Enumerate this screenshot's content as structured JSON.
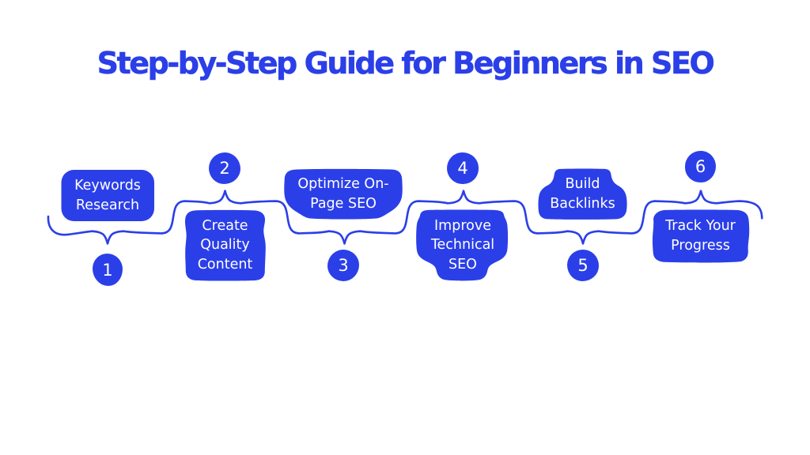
{
  "title": "Step-by-Step Guide for Beginners in SEO",
  "colors": {
    "background": "#ffffff",
    "accent": "#2b3fe8",
    "text_on_accent": "#ffffff"
  },
  "steps": [
    {
      "num": "1",
      "label": "Keywords Research",
      "lines": [
        "Keywords",
        "Research"
      ],
      "label_position": "above-line"
    },
    {
      "num": "2",
      "label": "Create Quality Content",
      "lines": [
        "Create",
        "Quality",
        "Content"
      ],
      "label_position": "below-line"
    },
    {
      "num": "3",
      "label": "Optimize On-Page SEO",
      "lines": [
        "Optimize On-",
        "Page SEO"
      ],
      "label_position": "above-line"
    },
    {
      "num": "4",
      "label": "Improve Technical SEO",
      "lines": [
        "Improve",
        "Technical",
        "SEO"
      ],
      "label_position": "below-line"
    },
    {
      "num": "5",
      "label": "Build Backlinks",
      "lines": [
        "Build",
        "Backlinks"
      ],
      "label_position": "above-line"
    },
    {
      "num": "6",
      "label": "Track Your Progress",
      "lines": [
        "Track Your",
        "Progress"
      ],
      "label_position": "below-line"
    }
  ]
}
